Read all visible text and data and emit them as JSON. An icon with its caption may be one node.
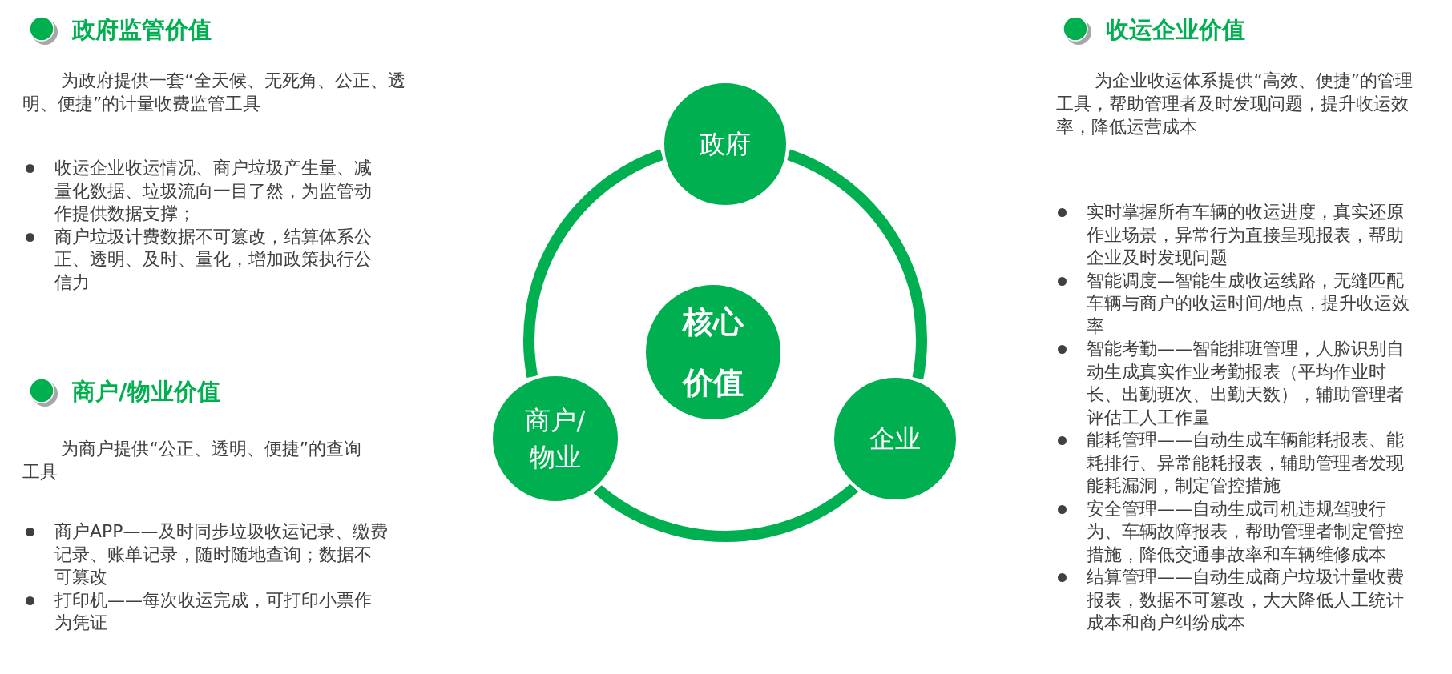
{
  "diagram": {
    "nodes": [
      {
        "text": [
          "政府"
        ]
      },
      {
        "text": [
          "核心价值"
        ]
      },
      {
        "text": [
          "商户/物业"
        ]
      },
      {
        "text": [
          "企业"
        ]
      }
    ],
    "edges": [
      {
        "from": 0,
        "to": 3,
        "arrow": "none"
      },
      {
        "from": 3,
        "to": 2,
        "arrow": "none"
      },
      {
        "from": 2,
        "to": 0,
        "arrow": "none"
      }
    ],
    "labels": [
      "政府监管价值",
      "为政府提供一套“全天候、无死角、公正、透明、便捷”的计量收费监管工具",
      "收运企业收运情况、商户垃圾产生量、减量化数据、垃圾流向一目了然，为监管动作提供数据支撑；",
      "商户垃圾计费数据不可篡改，结算体系公正、透明、及时、量化，增加政策执行公信力",
      "收运企业价值",
      "为企业收运体系提供“高效、便捷”的管理工具，帮助管理者及时发现问题，提升收运效率，降低运营成本",
      "实时掌握所有车辆的收运进度，真实还原作业场景，异常行为直接呈现报表，帮助企业及时发现问题",
      "智能调度—智能生成收运线路，无缝匹配车辆与商户的收运时间/地点，提升收运效率",
      "智能考勤——智能排班管理，人脸识别自动生成真实作业考勤报表（平均作业时长、出勤班次、出勤天数），辅助管理者评估工人工作量",
      "能耗管理——自动生成车辆能耗报表、能耗排行、异常能耗报表，辅助管理者发现能耗漏洞，制定管控措施",
      "安全管理——自动生成司机违规驾驶行为、车辆故障报表，帮助管理者制定管控措施，降低交通事故率和车辆维修成本",
      "结算管理——自动生成商户垃圾计量收费报表，数据不可篡改，大大降低人工统计成本和商户纠纷成本",
      "商户/物业价值",
      "为商户提供“公正、透明、便捷”的查询工具",
      "商户APP——及时同步垃圾收运记录、缴费记录、账单记录，随时随地查询；数据不可篡改",
      "打印机——每次收运完成，可打印小票作为凭证"
    ]
  }
}
